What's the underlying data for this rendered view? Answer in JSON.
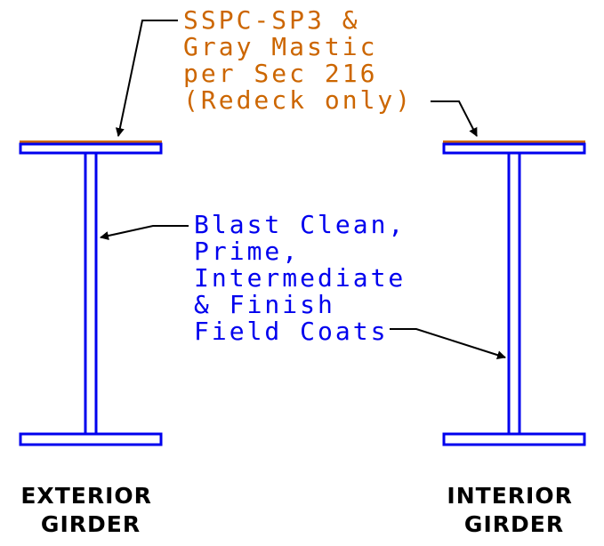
{
  "colors": {
    "orange": "#CC6600",
    "blue": "#0000EE",
    "black": "#000000"
  },
  "top_note": {
    "lines": [
      "SSPC-SP3 &",
      "Gray Mastic",
      "per Sec 216",
      "(Redeck only)"
    ]
  },
  "coating_note": {
    "lines": [
      "Blast Clean,",
      "Prime,",
      "Intermediate",
      "& Finish",
      "Field Coats"
    ]
  },
  "girders": {
    "exterior": {
      "line1": "EXTERIOR",
      "line2": "GIRDER"
    },
    "interior": {
      "line1": "INTERIOR",
      "line2": "GIRDER"
    }
  }
}
